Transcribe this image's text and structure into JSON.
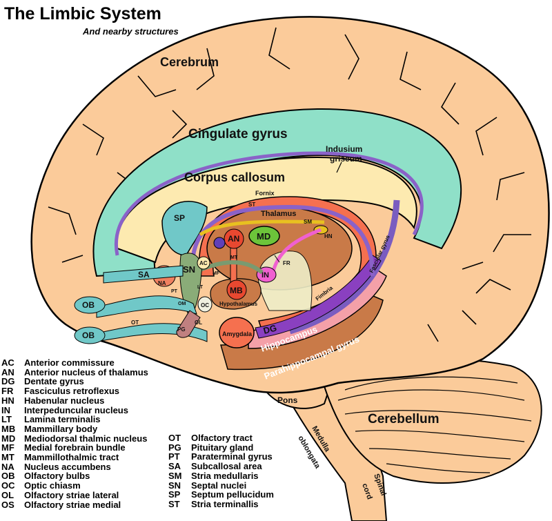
{
  "title": "The Limbic System",
  "subtitle": "And nearby structures",
  "labels": {
    "cerebrum": "Cerebrum",
    "cingulate": "Cingulate gyrus",
    "indusium": "Indusium",
    "griseum": "griseum",
    "corpus": "Corpus callosum",
    "fornix": "Fornix",
    "st": "ST",
    "thalamus": "Thalamus",
    "sm": "SM",
    "hn": "HN",
    "md": "MD",
    "an": "AN",
    "mt": "MT",
    "fr": "FR",
    "in": "IN",
    "sp": "SP",
    "sa": "SA",
    "sn": "SN",
    "ac": "AC",
    "mf": "MF",
    "na": "NA",
    "pt": "PT",
    "lt": "LT",
    "om": "OM",
    "oc": "OC",
    "mb": "MB",
    "hypothalamus": "Hypothalamus",
    "ob1": "OB",
    "ob2": "OB",
    "ot": "OT",
    "pg": "PG",
    "ol": "OL",
    "amygdala": "Amygdala",
    "dg": "DG",
    "hippocampus": "Hippocampus",
    "fimbria": "Fimbria",
    "fasciolar": "Fasciolar gyrus",
    "parahippocampal": "Parahippocampal gyrus",
    "pons": "Pons",
    "medulla1": "Medulla",
    "medulla2": "oblongata",
    "spinal1": "Spinal",
    "spinal2": "cord",
    "cerebellum": "Cerebellum"
  },
  "legend_left": [
    {
      "abbr": "AC",
      "name": "Anterior commissure"
    },
    {
      "abbr": "AN",
      "name": "Anterior nucleus of thalamus"
    },
    {
      "abbr": "DG",
      "name": "Dentate gyrus"
    },
    {
      "abbr": "FR",
      "name": "Fasciculus retroflexus"
    },
    {
      "abbr": "HN",
      "name": "Habenular nucleus"
    },
    {
      "abbr": "IN",
      "name": "Interpeduncular nucleus"
    },
    {
      "abbr": "LT",
      "name": "Lamina terminalis"
    },
    {
      "abbr": "MB",
      "name": "Mammillary body"
    },
    {
      "abbr": "MD",
      "name": "Mediodorsal thalmic nucleus"
    },
    {
      "abbr": "MF",
      "name": "Medial forebrain bundle"
    },
    {
      "abbr": "MT",
      "name": "Mammillothalmic tract"
    },
    {
      "abbr": "NA",
      "name": "Nucleus accumbens"
    },
    {
      "abbr": "OB",
      "name": "Olfactory bulbs"
    },
    {
      "abbr": "OC",
      "name": "Optic chiasm"
    },
    {
      "abbr": "OL",
      "name": "Olfactory striae lateral"
    },
    {
      "abbr": "OS",
      "name": "Olfactory striae medial"
    }
  ],
  "legend_right": [
    {
      "abbr": "OT",
      "name": "Olfactory tract"
    },
    {
      "abbr": "PG",
      "name": "Pituitary gland"
    },
    {
      "abbr": "PT",
      "name": "Paraterminal gyrus"
    },
    {
      "abbr": "SA",
      "name": "Subcallosal area"
    },
    {
      "abbr": "SM",
      "name": "Stria medullaris"
    },
    {
      "abbr": "SN",
      "name": "Septal nuclei"
    },
    {
      "abbr": "SP",
      "name": "Septum pellucidum"
    },
    {
      "abbr": "ST",
      "name": "Stria terminallis"
    }
  ],
  "colors": {
    "brain": "#fbcb9a",
    "cingulate": "#8fe0c8",
    "corpus": "#fdeab0",
    "fornix": "#f5704f",
    "thalamus": "#c97a48",
    "stria": "#8a62c8",
    "md": "#6cc43a",
    "in": "#f060d0",
    "hippocampus": "#f4a0a8",
    "dentate": "#8a40c0",
    "olfactory": "#70c8c8"
  }
}
